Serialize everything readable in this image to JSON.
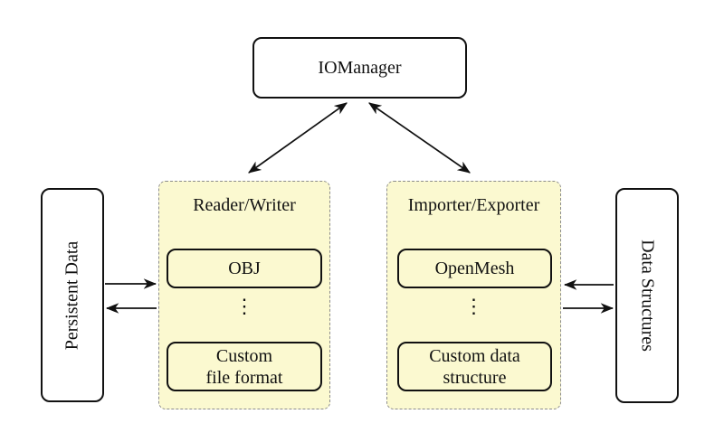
{
  "colors": {
    "panel_fill": "#FBF9D0",
    "panel_border": "#8C8C8C",
    "node_border": "#111111",
    "node_fill": "#FFFFFF",
    "line": "#111111",
    "background": "#FFFFFF"
  },
  "iomanager": {
    "label": "IOManager"
  },
  "left_side": {
    "label": "Persistent Data"
  },
  "right_side": {
    "label": "Data Structures"
  },
  "left_panel": {
    "title": "Reader/Writer",
    "top_item": "OBJ",
    "dots": "⋮",
    "bottom_item_line1": "Custom",
    "bottom_item_line2": "file format"
  },
  "right_panel": {
    "title": "Importer/Exporter",
    "top_item": "OpenMesh",
    "dots": "⋮",
    "bottom_item_line1": "Custom data",
    "bottom_item_line2": "structure"
  },
  "connectors": [
    {
      "name": "iomanager-readerwriter",
      "type": "double-arrow"
    },
    {
      "name": "iomanager-importerexporter",
      "type": "double-arrow"
    },
    {
      "name": "persistentdata-to-readerwriter",
      "type": "arrow-right"
    },
    {
      "name": "readerwriter-to-persistentdata",
      "type": "arrow-left"
    },
    {
      "name": "datastructures-to-importerexporter",
      "type": "arrow-left"
    },
    {
      "name": "importerexporter-to-datastructures",
      "type": "arrow-right"
    }
  ]
}
